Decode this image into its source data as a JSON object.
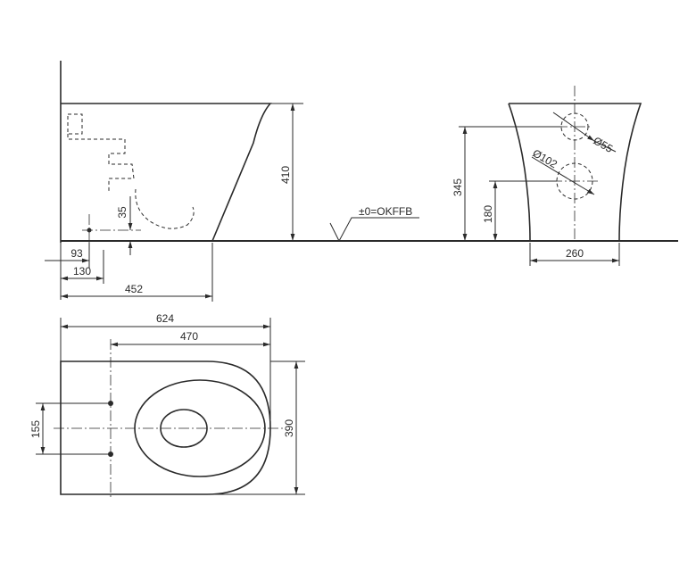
{
  "side_view": {
    "height_total": "410",
    "offset_35": "35",
    "dim_93": "93",
    "dim_130": "130",
    "dim_452": "452",
    "floor_label": "±0=OKFFB"
  },
  "front_view": {
    "pipe_small": "Ø55",
    "pipe_large": "Ø102",
    "dim_345": "345",
    "dim_180": "180",
    "dim_260": "260"
  },
  "top_view": {
    "dim_624": "624",
    "dim_470": "470",
    "dim_155": "155",
    "dim_390": "390"
  }
}
